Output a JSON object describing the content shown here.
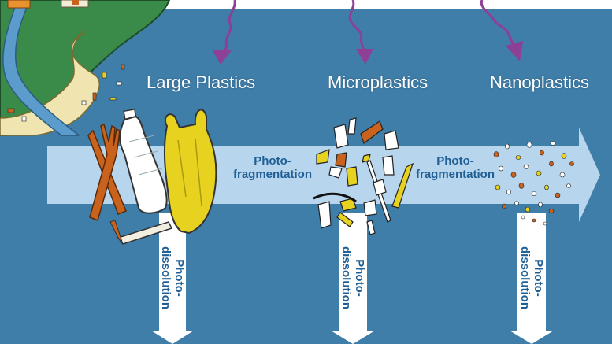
{
  "stages": {
    "large": "Large Plastics",
    "micro": "Microplastics",
    "nano": "Nanoplastics"
  },
  "processes": {
    "frag1": [
      "Photo-",
      "fragmentation"
    ],
    "frag2": [
      "Photo-",
      "fragmentation"
    ],
    "diss1": [
      "Photo-",
      "dissolution"
    ],
    "diss2": [
      "Photo-",
      "dissolution"
    ],
    "diss3": [
      "Photo-",
      "dissolution"
    ]
  },
  "colors": {
    "water": "#3f7ea8",
    "arrow": "#b7d5ec",
    "sky": "#ffffff",
    "hill": "#3a8a4a",
    "river": "#5b9ccc",
    "beach": "#f0e4b0",
    "sunlight": "#8e3f96",
    "label_text": "#1f5f95",
    "bag": "#e6d21f",
    "fork": "#c8621d"
  },
  "icons": [
    "house-icon",
    "sunlight-arrow-icon",
    "fork-icon",
    "bottle-icon",
    "plastic-bag-icon",
    "straw-icon",
    "microplastic-fragments-icon",
    "nanoplastic-dots-icon"
  ]
}
